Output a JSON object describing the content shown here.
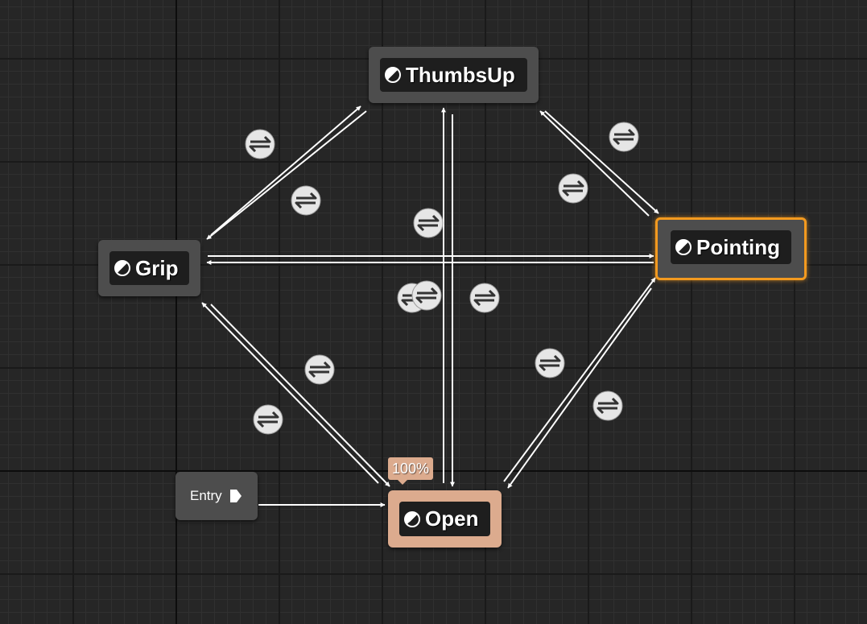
{
  "graph": {
    "states": {
      "thumbsup": "ThumbsUp",
      "grip": "Grip",
      "pointing": "Pointing",
      "open": "Open"
    },
    "entry_label": "Entry",
    "active_state_weight": "100%"
  },
  "icons": {
    "state_icon": "half-filled-circle-icon",
    "entry_icon": "arrow-tag-icon",
    "transition_icon": "transition-rule-icon"
  },
  "colors": {
    "background": "#262626",
    "state_node": "#4d4d4d",
    "active_state": "#dcab8e",
    "selected_outline": "#f39a1f",
    "transition_line": "#ffffff",
    "transition_icon_fill": "#e6e6e6"
  }
}
